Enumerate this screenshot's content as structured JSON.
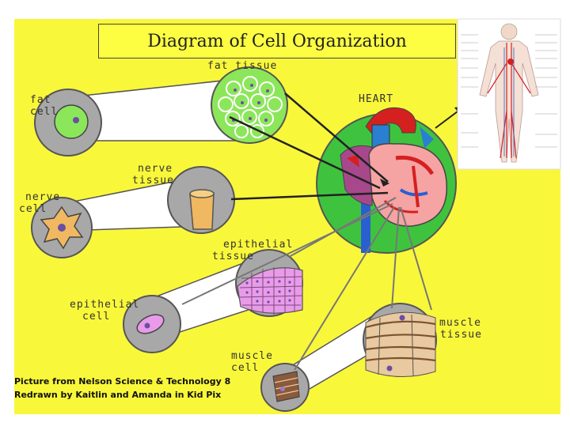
{
  "title": "Diagram of Cell Organization",
  "labels": {
    "fat_tissue": "fat tissue",
    "fat_cell_1": "fat",
    "fat_cell_2": "cell",
    "heart": "HEART",
    "nerve_tissue_1": "nerve",
    "nerve_tissue_2": "tissue",
    "nerve_cell_1": "nerve",
    "nerve_cell_2": "cell",
    "epithelial_tissue_1": "epithelial",
    "epithelial_tissue_2": "tissue",
    "epithelial_cell_1": "epithelial",
    "epithelial_cell_2": "cell",
    "muscle_tissue_1": "muscle",
    "muscle_tissue_2": "tissue",
    "muscle_cell_1": "muscle",
    "muscle_cell_2": "cell"
  },
  "credits": {
    "line1": "Picture from Nelson Science & Technology 8",
    "line2": "Redrawn by Kaitlin and Amanda in Kid Pix"
  },
  "colors": {
    "background": "#f9f73a",
    "fat": "#8ce65a",
    "gray_circle": "#a8a8a8",
    "heart_bg": "#3fc33f",
    "epithelial": "#e99be9",
    "muscle": "#e9c9a0"
  }
}
